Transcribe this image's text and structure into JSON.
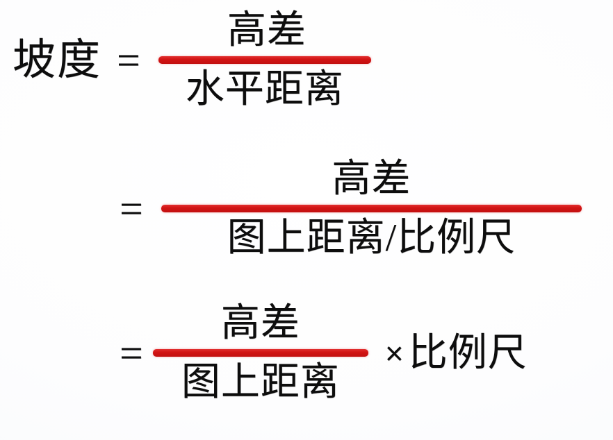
{
  "document": {
    "title": "坡度公式",
    "background_color": "#fbfcfd",
    "text_color": "#0d0d0d",
    "accent_color": "#d21414"
  },
  "equations": [
    {
      "id": "slope-definition",
      "lhs": "坡度",
      "equals": "=",
      "numerator": "高差",
      "denominator": "水平距离",
      "multiplier": ""
    },
    {
      "id": "slope-expanded",
      "lhs": "",
      "equals": "=",
      "numerator": "高差",
      "denominator": "图上距离/比例尺",
      "multiplier": ""
    },
    {
      "id": "slope-simplified",
      "lhs": "",
      "equals": "=",
      "numerator": "高差",
      "denominator": "图上距离",
      "multiplier_symbol": "×",
      "multiplier": "比例尺"
    }
  ]
}
